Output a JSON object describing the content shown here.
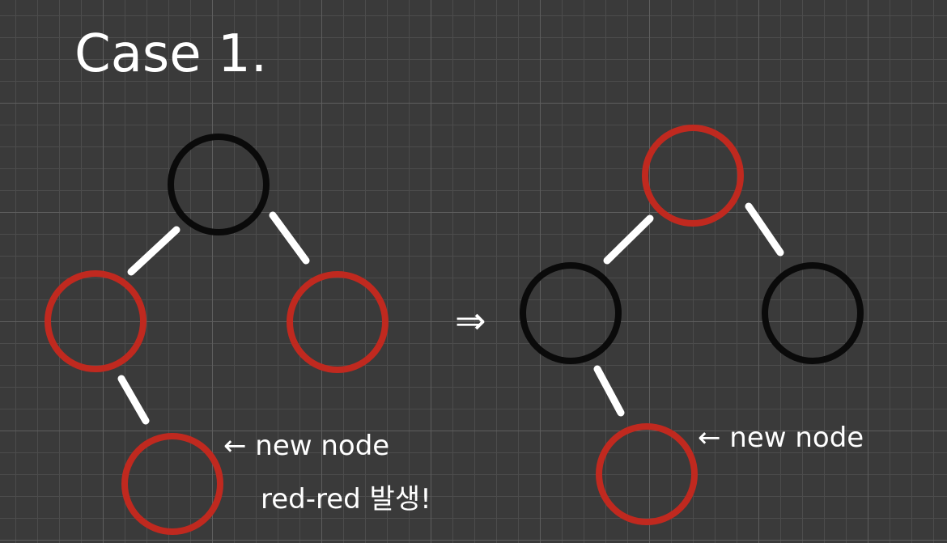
{
  "title": "Case 1.",
  "transition_symbol": "⇒",
  "left_tree": {
    "new_node_note": "← new node",
    "warning_note": "red-red 발생!"
  },
  "right_tree": {
    "new_node_note": "← new node"
  },
  "colors": {
    "background": "#3a3a3a",
    "red_node": "#c0291f",
    "black_node": "#0a0a0a",
    "edge": "#ffffff",
    "text": "#ffffff"
  }
}
